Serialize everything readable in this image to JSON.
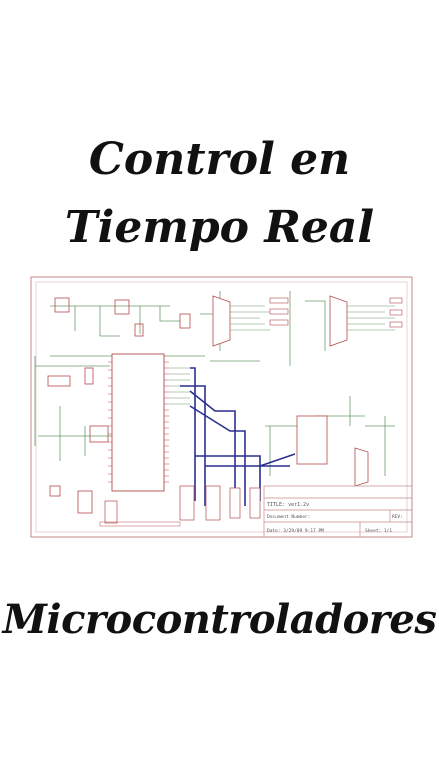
{
  "cover": {
    "title_line1": "Control en",
    "title_line2": "Tiempo Real",
    "subtitle": "Microcontroladores"
  },
  "schematic": {
    "title_block": {
      "title": "TITLE:  ver1.2v",
      "document": "Document Number:",
      "rev": "REV:",
      "date": "Date: 3/29/09 9:17 PM",
      "sheet": "Sheet: 1/1"
    },
    "colors": {
      "frame": "#c58a8a",
      "wire": "#6b9a6b",
      "bus": "#2a2f8f",
      "part": "#b34a4a"
    }
  }
}
